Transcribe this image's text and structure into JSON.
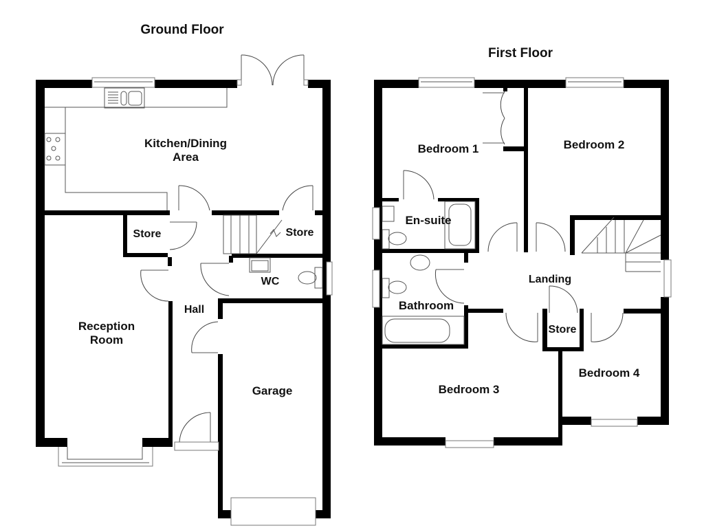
{
  "titles": {
    "ground_floor": "Ground Floor",
    "first_floor": "First Floor"
  },
  "ground_floor": {
    "rooms": {
      "kitchen_line1": "Kitchen/Dining",
      "kitchen_line2": "Area",
      "store_left": "Store",
      "store_right": "Store",
      "wc": "WC",
      "hall": "Hall",
      "reception_line1": "Reception",
      "reception_line2": "Room",
      "garage": "Garage"
    }
  },
  "first_floor": {
    "rooms": {
      "bedroom1": "Bedroom 1",
      "bedroom2": "Bedroom 2",
      "ensuite": "En-suite",
      "landing": "Landing",
      "bathroom": "Bathroom",
      "store": "Store",
      "bedroom3": "Bedroom 3",
      "bedroom4": "Bedroom 4"
    }
  },
  "colors": {
    "wall": "#000000",
    "fixture_line": "#555555",
    "background": "#ffffff"
  }
}
